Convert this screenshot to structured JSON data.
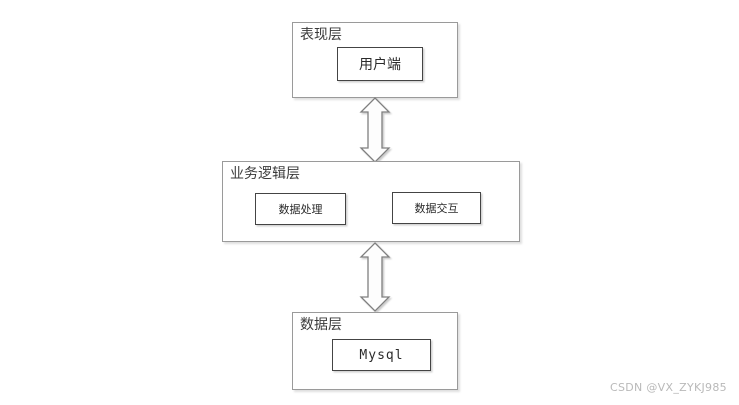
{
  "diagram": {
    "type": "layered-architecture",
    "background_color": "#ffffff",
    "layers": [
      {
        "name": "presentation-layer",
        "title": "表现层",
        "components": [
          {
            "name": "client",
            "label": "用户端"
          }
        ]
      },
      {
        "name": "business-logic-layer",
        "title": "业务逻辑层",
        "components": [
          {
            "name": "data-processing",
            "label": "数据处理"
          },
          {
            "name": "data-interaction",
            "label": "数据交互"
          }
        ]
      },
      {
        "name": "data-layer",
        "title": "数据层",
        "components": [
          {
            "name": "mysql",
            "label": "Mysql"
          }
        ]
      }
    ],
    "connectors": [
      {
        "name": "presentation-to-business",
        "style": "double-headed-vertical-arrow"
      },
      {
        "name": "business-to-data",
        "style": "double-headed-vertical-arrow"
      }
    ],
    "colors": {
      "layer_border": "#9a9a9a",
      "component_border": "#444444",
      "arrow_stroke": "#7f7f7f",
      "arrow_fill": "#fdfdfd",
      "title_text": "#3a3a3a",
      "component_text": "#2b2b2b",
      "watermark_text": "#b9b9b9"
    }
  },
  "watermark": {
    "text": "CSDN @VX_ZYKJ985"
  }
}
